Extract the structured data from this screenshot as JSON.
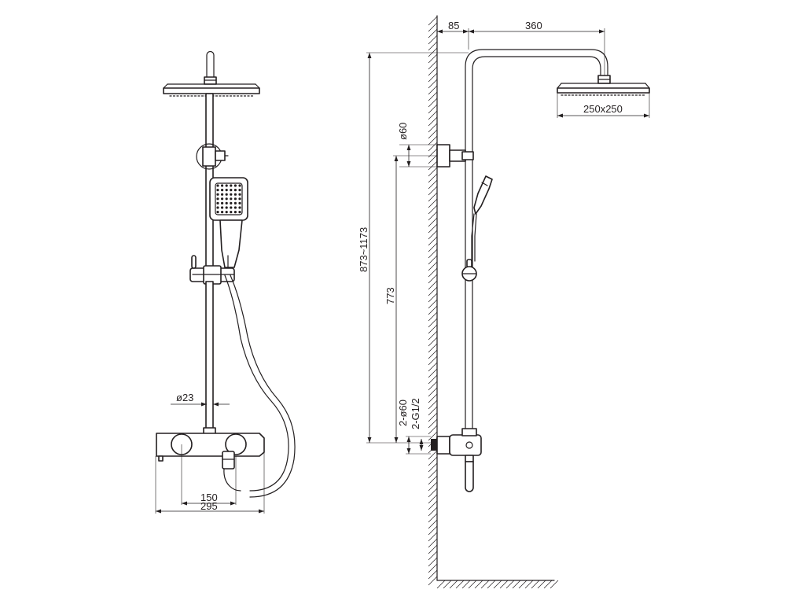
{
  "dimensions": {
    "front_rail_diameter": "ø23",
    "front_centre_spacing": "150",
    "front_overall_width": "295",
    "side_wall_offset": "85",
    "side_arm_length": "360",
    "side_head_size": "250x250",
    "side_bracket_diameter": "ø60",
    "side_height_range": "873~1173",
    "side_rail_height": "773",
    "side_flange_diameter": "2-ø60",
    "side_thread": "2-G1/2"
  }
}
